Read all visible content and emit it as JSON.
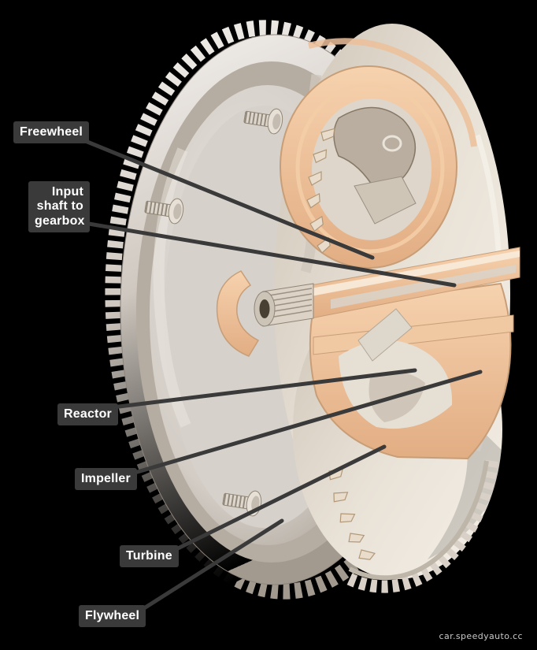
{
  "page": {
    "watermark": "car.speedyauto.cc"
  },
  "diagram": {
    "labels": [
      {
        "id": "freewheel",
        "text": "Freewheel"
      },
      {
        "id": "input-shaft",
        "text": "Input\nshaft to\ngearbox"
      },
      {
        "id": "reactor",
        "text": "Reactor"
      },
      {
        "id": "impeller",
        "text": "Impeller"
      },
      {
        "id": "turbine",
        "text": "Turbine"
      },
      {
        "id": "flywheel",
        "text": "Flywheel"
      }
    ],
    "colors": {
      "background": "#000000",
      "label_bg": "#3a3a3a",
      "label_text": "#ffffff",
      "leader_line": "#3a3a3a",
      "metal_light": "#f2efec",
      "metal_mid": "#c8c1b9",
      "metal_dark": "#8f8576",
      "body_cream": "#e8e1d6",
      "cut_salmon": "#eec29b",
      "cut_salmon_dark": "#c79e77",
      "watermark_text": "#c8c8c8"
    }
  }
}
